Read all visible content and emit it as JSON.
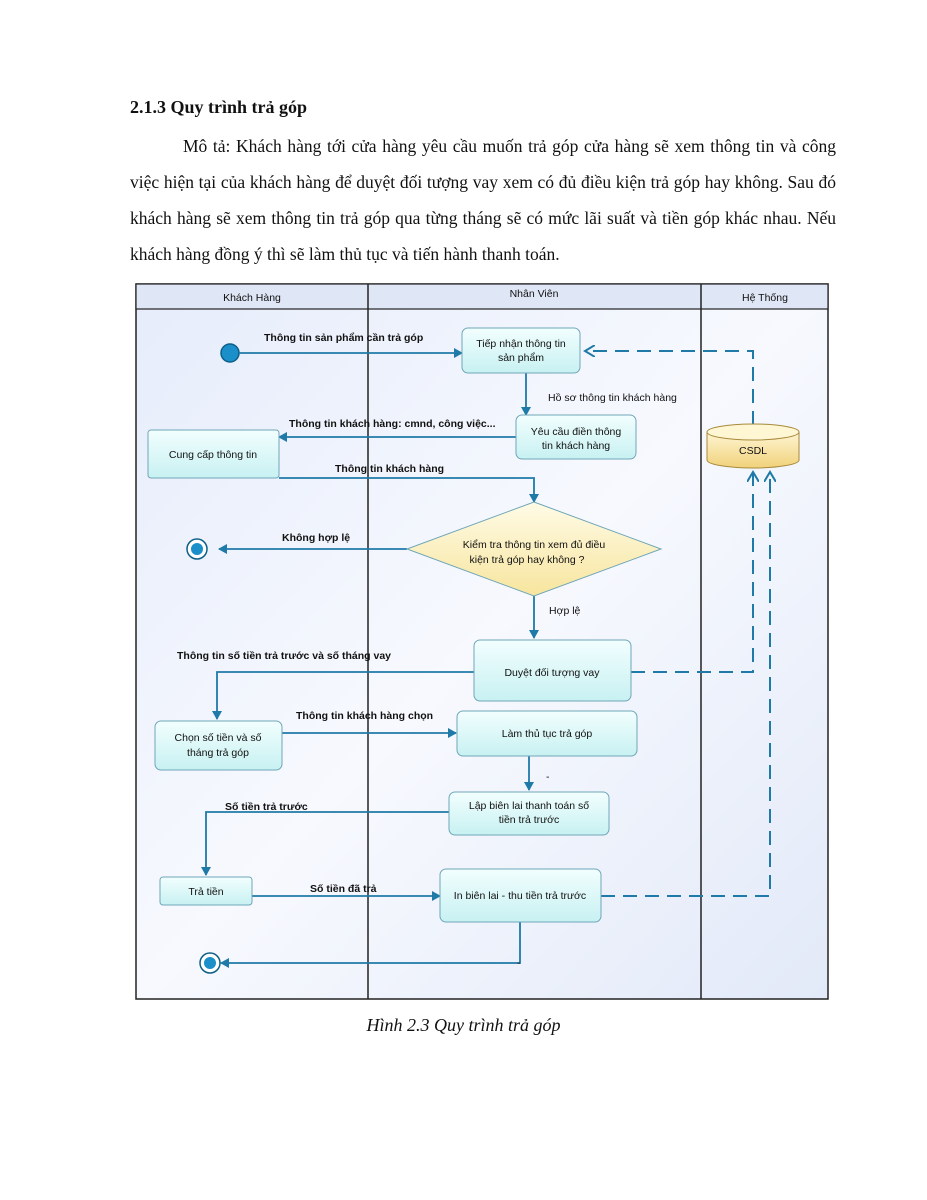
{
  "section": {
    "title": "2.1.3 Quy trình trả góp",
    "description_lines": [
      "Mô tả: Khách hàng tới cửa hàng yêu cầu muốn trả góp cửa hàng sẽ xem thông tin",
      "và công việc hiện tại của khách hàng để duyệt đối tượng vay xem có đủ điều kiện trả góp",
      "hay không. Sau đó khách hàng sẽ xem thông tin trả góp qua từng tháng sẽ có mức lãi suất",
      "và tiền góp khác nhau. Nếu khách hàng đồng ý thì sẽ làm thủ tục và tiến hành thanh toán."
    ]
  },
  "diagram": {
    "lanes": {
      "customer": "Khách Hàng",
      "staff": "Nhân Viên",
      "system": "Hệ Thống"
    },
    "nodes": {
      "receive_info": [
        "Tiếp nhận thông tin",
        "sản phẩm"
      ],
      "request_fill": [
        "Yêu cầu điền thông",
        "tin khách hàng"
      ],
      "provide_info": [
        "Cung cấp thông tin"
      ],
      "check_condition": [
        "Kiểm tra thông tin xem đủ điều",
        "kiện trả góp hay không ?"
      ],
      "approve": [
        "Duyệt đối tượng vay"
      ],
      "choose_amount": [
        "Chọn số tiền và số",
        "tháng trả góp"
      ],
      "procedure": [
        "Làm thủ tục trả góp"
      ],
      "receipt_prepay": [
        "Lập biên lai thanh toán số",
        "tiền trả trước"
      ],
      "pay": [
        "Trả tiền"
      ],
      "print_receipt": [
        "In biên lai - thu tiền trả trước"
      ],
      "database": [
        "CSDL"
      ]
    },
    "edge_labels": {
      "product_info": "Thông tin sản phẩm cần trả góp",
      "customer_profile": "Hồ sơ thông tin khách hàng",
      "customer_info_detail": "Thông tin khách hàng: cmnd, công việc...",
      "customer_info": "Thông tin khách hàng",
      "invalid": "Không hợp lệ",
      "valid": "Hợp lệ",
      "prepay_months_info": "Thông tin số tiền trả trước và số tháng vay",
      "customer_choice": "Thông tin khách hàng chọn",
      "prepay_amount": "Số tiền trả trước",
      "paid_amount": "Số tiền đã trả",
      "dash1": "-",
      "dash2": "-"
    }
  },
  "figure_caption": "Hình 2.3 Quy trình trả góp"
}
